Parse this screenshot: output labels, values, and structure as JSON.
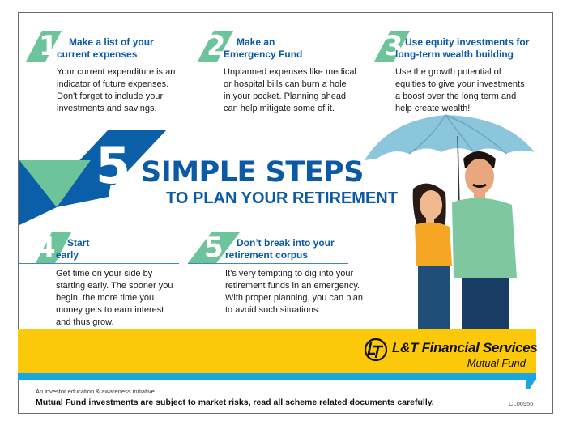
{
  "steps": [
    {
      "number": "1",
      "title_lines": [
        "Make a list of your",
        "current expenses"
      ],
      "body_lines": [
        "Your current expenditure is an",
        "indicator of future expenses.",
        "Don't forget to include your",
        "investments and savings."
      ]
    },
    {
      "number": "2",
      "title_lines": [
        "Make an",
        "Emergency Fund"
      ],
      "body_lines": [
        "Unplanned expenses like medical",
        "or hospital bills can burn a hole",
        "in your pocket. Planning ahead",
        "can help mitigate some of it."
      ]
    },
    {
      "number": "3",
      "title_lines": [
        "Use equity investments for",
        "long-term wealth building"
      ],
      "body_lines": [
        "Use the growth potential of",
        "equities to give your investments",
        "a boost over the long term and",
        "help create wealth!"
      ]
    },
    {
      "number": "4",
      "title_lines": [
        "Start",
        "early"
      ],
      "body_lines": [
        "Get time on your side by",
        "starting early. The sooner you",
        "begin, the more time you",
        "money gets to earn interest",
        "and thus grow."
      ]
    },
    {
      "number": "5",
      "title_lines": [
        "Don’t break into your",
        "retirement corpus"
      ],
      "body_lines": [
        "It’s very tempting to dig into your",
        "retirement funds in an emergency.",
        "With proper planning, you can plan",
        "to avoid such situations."
      ]
    }
  ],
  "hero": {
    "number": "5",
    "title": "SIMPLE STEPS",
    "subtitle": "TO PLAN YOUR RETIREMENT"
  },
  "brand": {
    "name": "L&T Financial Services",
    "sub": "Mutual Fund",
    "logo_text": "L&T"
  },
  "footer": {
    "initiative": "An investor education & awareness initiative.",
    "disclaimer": "Mutual Fund investments are subject to market risks, read all scheme related documents carefully.",
    "code": "CL06956"
  },
  "colors": {
    "green": "#6ec49a",
    "blue": "#0a5aa5",
    "yellow": "#fcc80a",
    "cyan": "#1aa7e0"
  }
}
